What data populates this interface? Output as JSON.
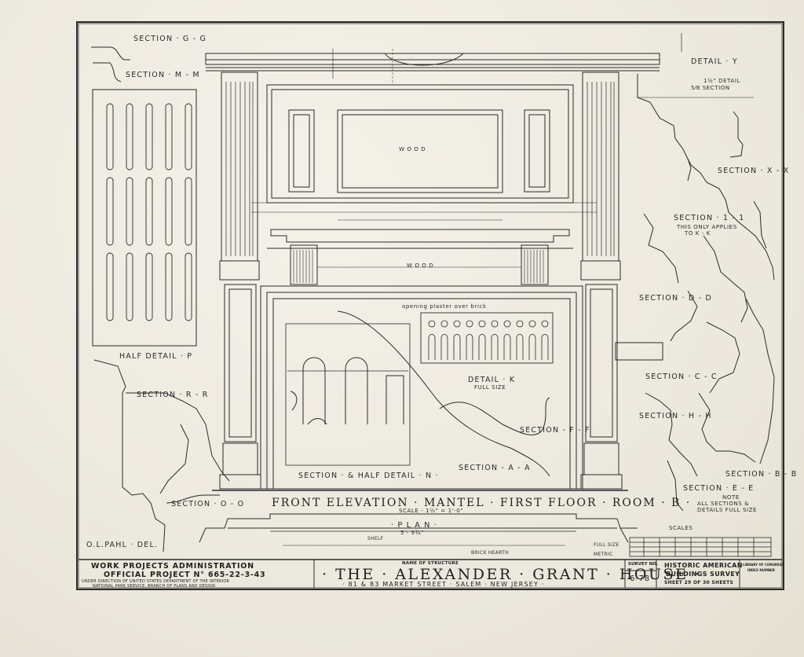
{
  "sheet": {
    "front_elevation_title": "FRONT ELEVATION · MANTEL · FIRST FLOOR · ROOM · B ·",
    "scale_note": "SCALE - 1½\" = 1'-0\"",
    "plan_label": "· P L A N ·",
    "plan_dim": "5'- 9¾\"",
    "shelf_label": "SHELF",
    "brick_hearth_label": "BRICK HEARTH",
    "full_size_label": "FULL SIZE",
    "metric_label": "METRIC",
    "scales_label": "SCALES",
    "delineator": "O.L.PAHL · DEL.",
    "opening_note": "opening plaster over brick",
    "wood_label": "W O O D",
    "wood_label_2": "W O O D"
  },
  "section_labels": {
    "g_g": "SECTION · G - G",
    "m_m": "SECTION · M - M",
    "half_detail_p": "HALF DETAIL · P",
    "r_r": "SECTION · R - R",
    "o_o": "SECTION · O - O",
    "section_half_detail_n": "SECTION · & HALF DETAIL · N ·",
    "a_a": "SECTION - A - A",
    "f_f": "SECTION - F - F",
    "detail_k": "DETAIL · K",
    "detail_k_sub": "FULL SIZE",
    "detail_y": "DETAIL · Y",
    "detail_section_note_1": "1½\" DETAIL",
    "detail_section_note_2": "5⁄8 SECTION",
    "x_x": "SECTION · X - X",
    "one_one": "SECTION · 1 - 1",
    "one_one_note_1": "THIS ONLY APPLIES",
    "one_one_note_2": "TO K - K",
    "d_d": "SECTION · D - D",
    "c_c": "SECTION · C - C",
    "h_h": "SECTION · H - H",
    "b_b": "SECTION · B - B",
    "e_e": "SECTION · E - E",
    "note_1": "NOTE",
    "note_2": "ALL SECTIONS &",
    "note_3": "DETAILS FULL SIZE"
  },
  "title_block": {
    "agency_1": "WORK PROJECTS ADMINISTRATION",
    "agency_2": "OFFICIAL PROJECT   N° 665-22-3-43",
    "agency_3": "UNDER DIRECTION OF UNITED STATES DEPARTMENT OF THE INTERIOR",
    "agency_4": "NATIONAL PARK SERVICE, BRANCH OF PLANS AND DESIGN",
    "name_of_structure_label": "NAME OF STRUCTURE",
    "structure_name": "· THE · ALEXANDER · GRANT · HOUSE ·",
    "address": "· 81 & 83  MARKET  STREET · SALEM · NEW  JERSEY ·",
    "survey_no_label": "SURVEY NO.",
    "survey_no": "6-78",
    "habs_1": "HISTORIC AMERICAN",
    "habs_2": "BUILDINGS SURVEY",
    "sheet_info": "SHEET 29 OF 30 SHEETS",
    "lc_1": "LIBRARY OF CONGRESS",
    "lc_2": "INDEX NUMBER"
  },
  "colors": {
    "ink": "#2a2a2a",
    "paper": "#efece3"
  }
}
